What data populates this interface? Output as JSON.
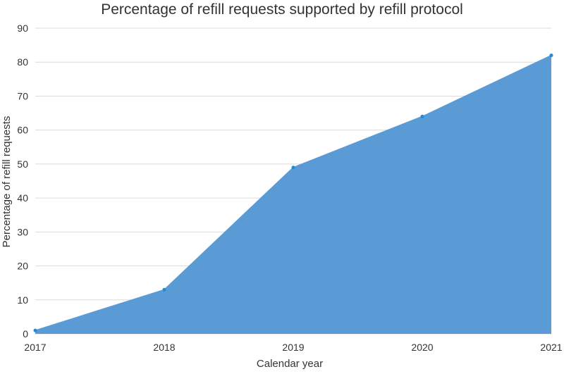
{
  "chart_data": {
    "type": "area",
    "title": "Percentage of refill requests supported by refill protocol",
    "xlabel": "Calendar year",
    "ylabel": "Percentage of refill requests",
    "categories": [
      "2017",
      "2018",
      "2019",
      "2020",
      "2021"
    ],
    "values": [
      1,
      13,
      49,
      64,
      82
    ],
    "ylim": [
      0,
      90
    ],
    "yticks": [
      "0",
      "10",
      "20",
      "30",
      "40",
      "50",
      "60",
      "70",
      "80",
      "90"
    ],
    "grid": true,
    "legend": "none",
    "colors": {
      "fill": "#5b9bd5",
      "point": "#1f8ad6",
      "grid": "#dcdcdc"
    }
  }
}
